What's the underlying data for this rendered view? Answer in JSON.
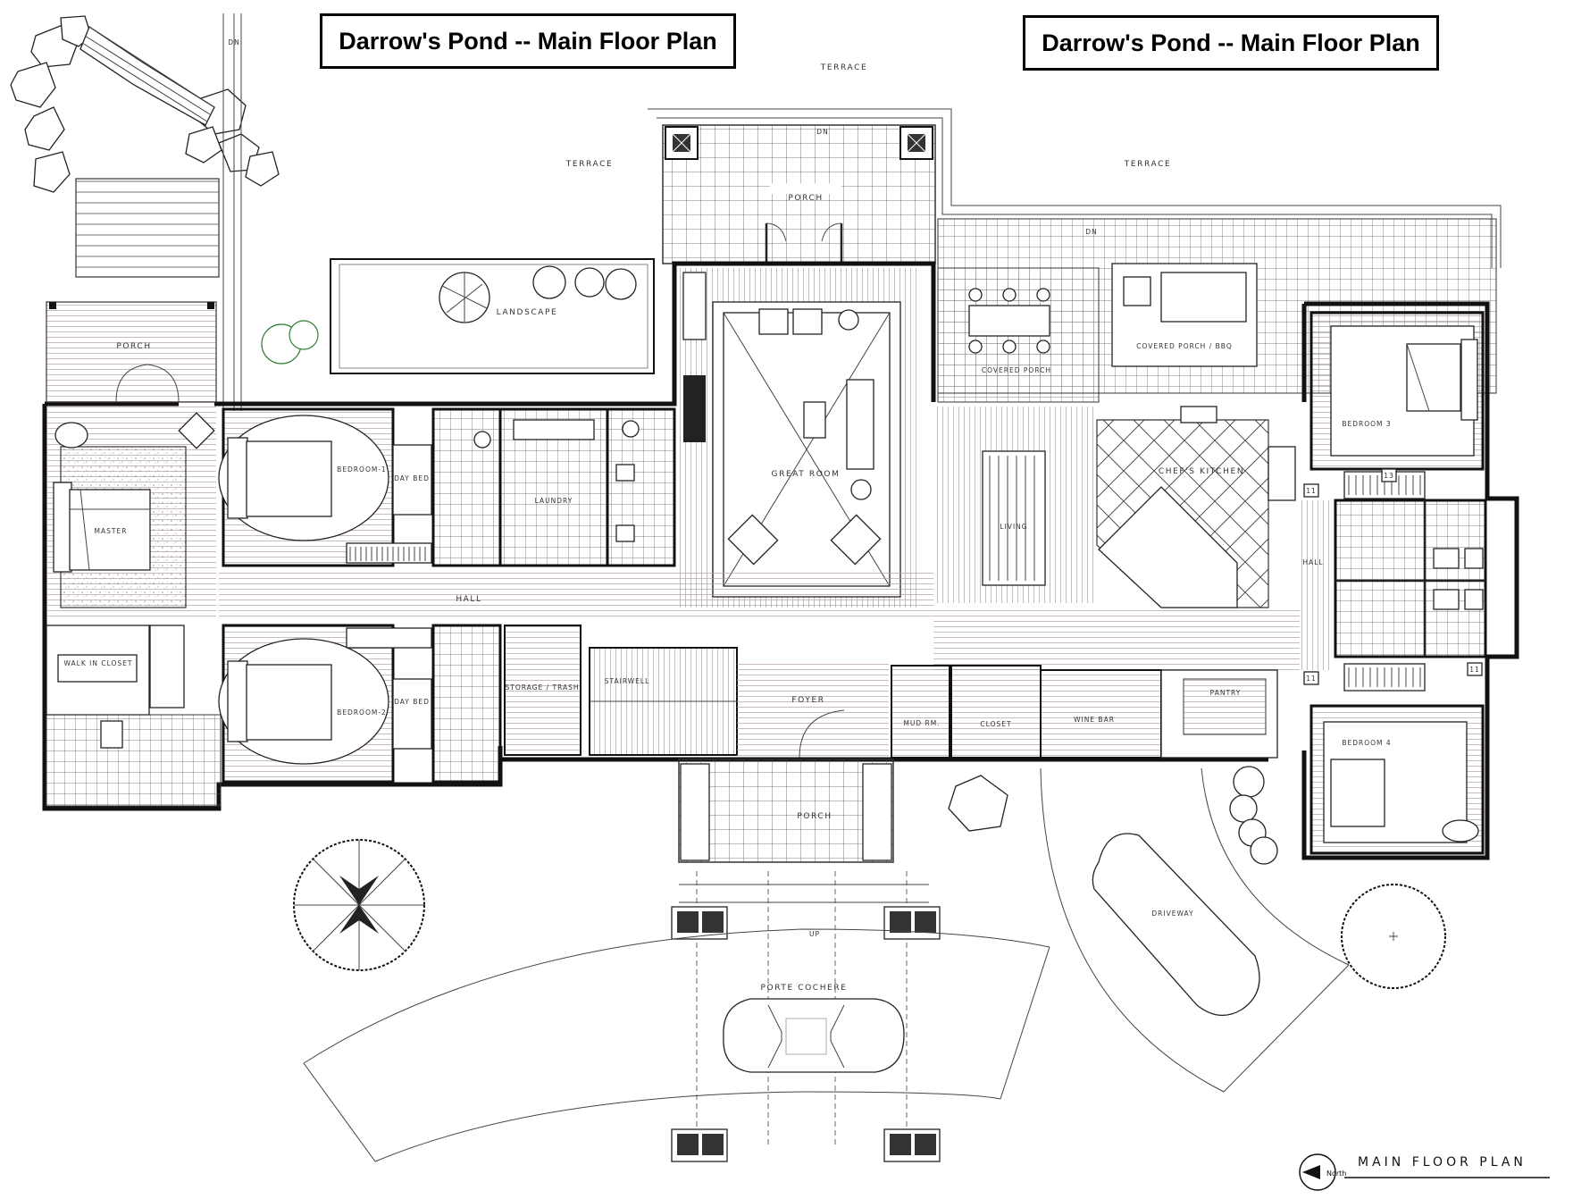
{
  "titles": {
    "left": "Darrow's Pond -- Main Floor Plan",
    "right": "Darrow's Pond -- Main Floor Plan"
  },
  "labels": {
    "terrace_top": "TERRACE",
    "terrace_left": "TERRACE",
    "terrace_right": "TERRACE",
    "porch_top": "PORCH",
    "landscape": "LANDSCAPE",
    "covered_porch_bbq": "COVERED PORCH / BBQ",
    "covered_porch": "COVERED PORCH",
    "porch_left": "PORCH",
    "master": "MASTER",
    "bedroom_1": "BEDROOM-1",
    "day_bed_1": "DAY BED",
    "laundry": "LAUNDRY",
    "great_room": "GREAT ROOM",
    "living": "LIVING",
    "chefs_kitchen": "CHEF'S KITCHEN",
    "bedroom_3": "BEDROOM 3",
    "hall_main": "HALL",
    "hall_right": "HALL",
    "walk_in_closet": "WALK IN CLOSET",
    "bedroom_2": "BEDROOM-2",
    "day_bed_2": "DAY BED",
    "storage_trash": "STORAGE / TRASH",
    "stairwell": "STAIRWELL",
    "foyer": "FOYER",
    "mud_rm": "MUD RM.",
    "closet": "CLOSET",
    "wine_bar": "WINE BAR",
    "pantry": "PANTRY",
    "bedroom_4": "BEDROOM 4",
    "porch_front": "PORCH",
    "driveway": "DRIVEWAY",
    "porte_cochere": "PORTE COCHERE",
    "dn_1": "DN",
    "dn_2": "DN",
    "dn_3": "DN",
    "up": "UP",
    "north": "North",
    "main_floor_plan": "MAIN FLOOR PLAN",
    "num_11a": "11",
    "num_11b": "11",
    "num_11c": "11",
    "num_13": "13"
  },
  "icons": {
    "north_arrow": "north-arrow-icon",
    "tree": "tree-icon",
    "car": "car-icon"
  },
  "colors": {
    "line": "#111111",
    "background": "#ffffff",
    "landscape_green": "#2e7d32"
  }
}
